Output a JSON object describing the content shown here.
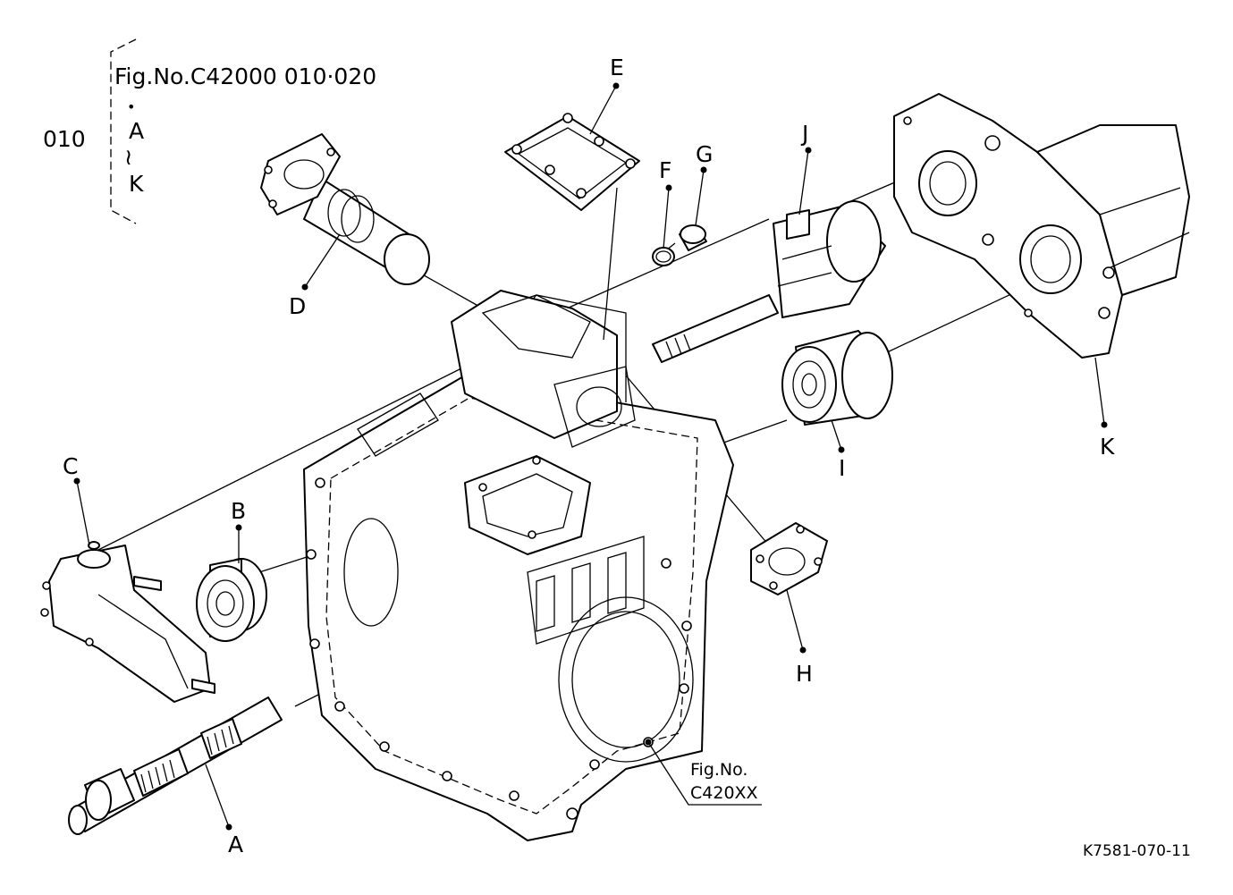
{
  "header": {
    "ref_number": "010",
    "fig_line": "Fig.No.C42000 010·020",
    "range_dot": "•",
    "range_start": "A",
    "range_tilde": "≀",
    "range_end": "K"
  },
  "callouts": {
    "A": "A",
    "B": "B",
    "C": "C",
    "D": "D",
    "E": "E",
    "F": "F",
    "G": "G",
    "H": "H",
    "I": "I",
    "J": "J",
    "K": "K"
  },
  "fig_ref": {
    "line1": "Fig.No.",
    "line2": "C420XX"
  },
  "drawing_code": "K7581-070-11"
}
